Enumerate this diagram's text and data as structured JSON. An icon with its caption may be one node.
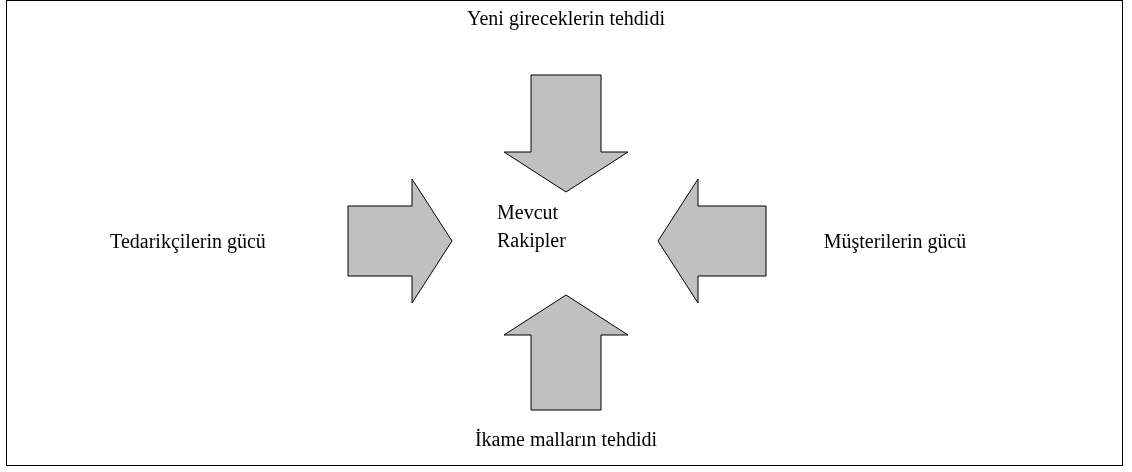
{
  "diagram": {
    "nodes": [
      {
        "text": [
          "Yeni gireceklerin tehdidi"
        ]
      },
      {
        "text": [
          "Tedarikçilerin gücü"
        ]
      },
      {
        "text": [
          "Mevcut Rakipler"
        ]
      },
      {
        "text": [
          "Müşterilerin gücü"
        ]
      },
      {
        "text": [
          "İkame malların tehdidi"
        ]
      }
    ],
    "edges": [
      {
        "from": 0,
        "to": 2,
        "arrow": "to"
      },
      {
        "from": 1,
        "to": 2,
        "arrow": "to"
      },
      {
        "from": 3,
        "to": 2,
        "arrow": "to"
      },
      {
        "from": 4,
        "to": 2,
        "arrow": "to"
      }
    ]
  }
}
